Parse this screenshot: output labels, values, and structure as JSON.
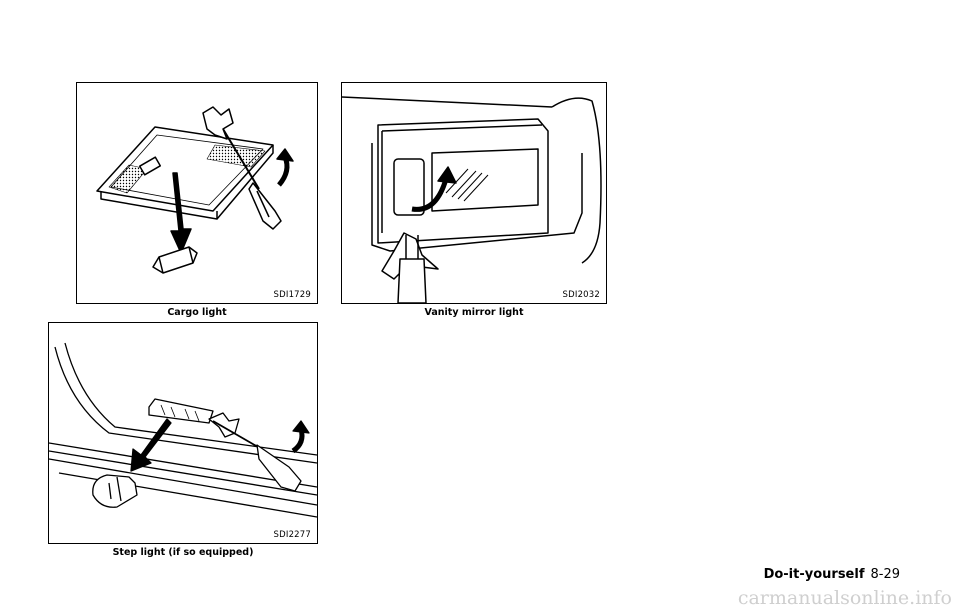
{
  "figures": [
    {
      "code": "SDI1729",
      "caption": "Cargo light"
    },
    {
      "code": "SDI2032",
      "caption": "Vanity mirror light"
    },
    {
      "code": "SDI2277",
      "caption": "Step light (if so equipped)"
    }
  ],
  "footer": {
    "section": "Do-it-yourself",
    "page": "8-29"
  },
  "watermark": "carmanualsonline.info"
}
